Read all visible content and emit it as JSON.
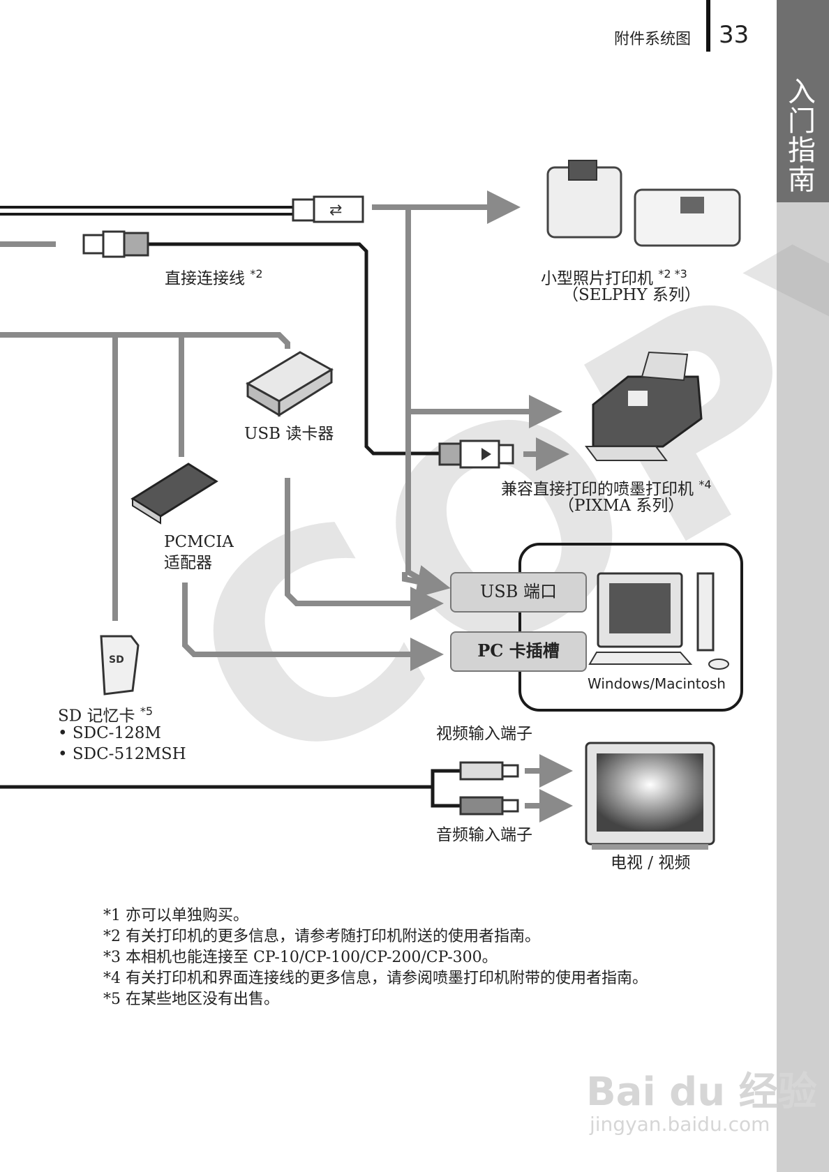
{
  "header": {
    "title": "附件系统图",
    "page_number": "33",
    "side_tab": "入门指南"
  },
  "labels": {
    "direct_cable": "直接连接线",
    "direct_cable_note": "*2",
    "photo_printer": "小型照片打印机",
    "photo_printer_note": "*2 *3",
    "photo_printer_series": "（SELPHY 系列）",
    "usb_reader": "USB 读卡器",
    "inkjet_printer": "兼容直接打印的喷墨打印机",
    "inkjet_printer_note": "*4",
    "inkjet_series": "（PIXMA 系列）",
    "pcmcia_line1": "PCMCIA",
    "pcmcia_line2": "适配器",
    "usb_port": "USB 端口",
    "pc_card_slot": "PC 卡插槽",
    "computer": "Windows/Macintosh",
    "sd_card": "SD 记忆卡",
    "sd_card_note": "*5",
    "sd_models": [
      "• SDC-128M",
      "• SDC-512MSH"
    ],
    "video_in": "视频输入端子",
    "audio_in": "音频输入端子",
    "tv": "电视 / 视频"
  },
  "footnotes": [
    "*1 亦可以单独购买。",
    "*2 有关打印机的更多信息，请参考随打印机附送的使用者指南。",
    "*3 本相机也能连接至 CP-10/CP-100/CP-200/CP-300。",
    "*4 有关打印机和界面连接线的更多信息，请参阅喷墨打印机附带的使用者指南。",
    "*5 在某些地区没有出售。"
  ],
  "watermark": "COPY",
  "baidu": {
    "logo": "Bai du 经验",
    "url": "jingyan.baidu.com"
  },
  "colors": {
    "line_gray": "#8a8a8a",
    "line_dark": "#1a1a1a",
    "side_tab": "#6f6f6f",
    "port_box": "#d3d3d3"
  }
}
